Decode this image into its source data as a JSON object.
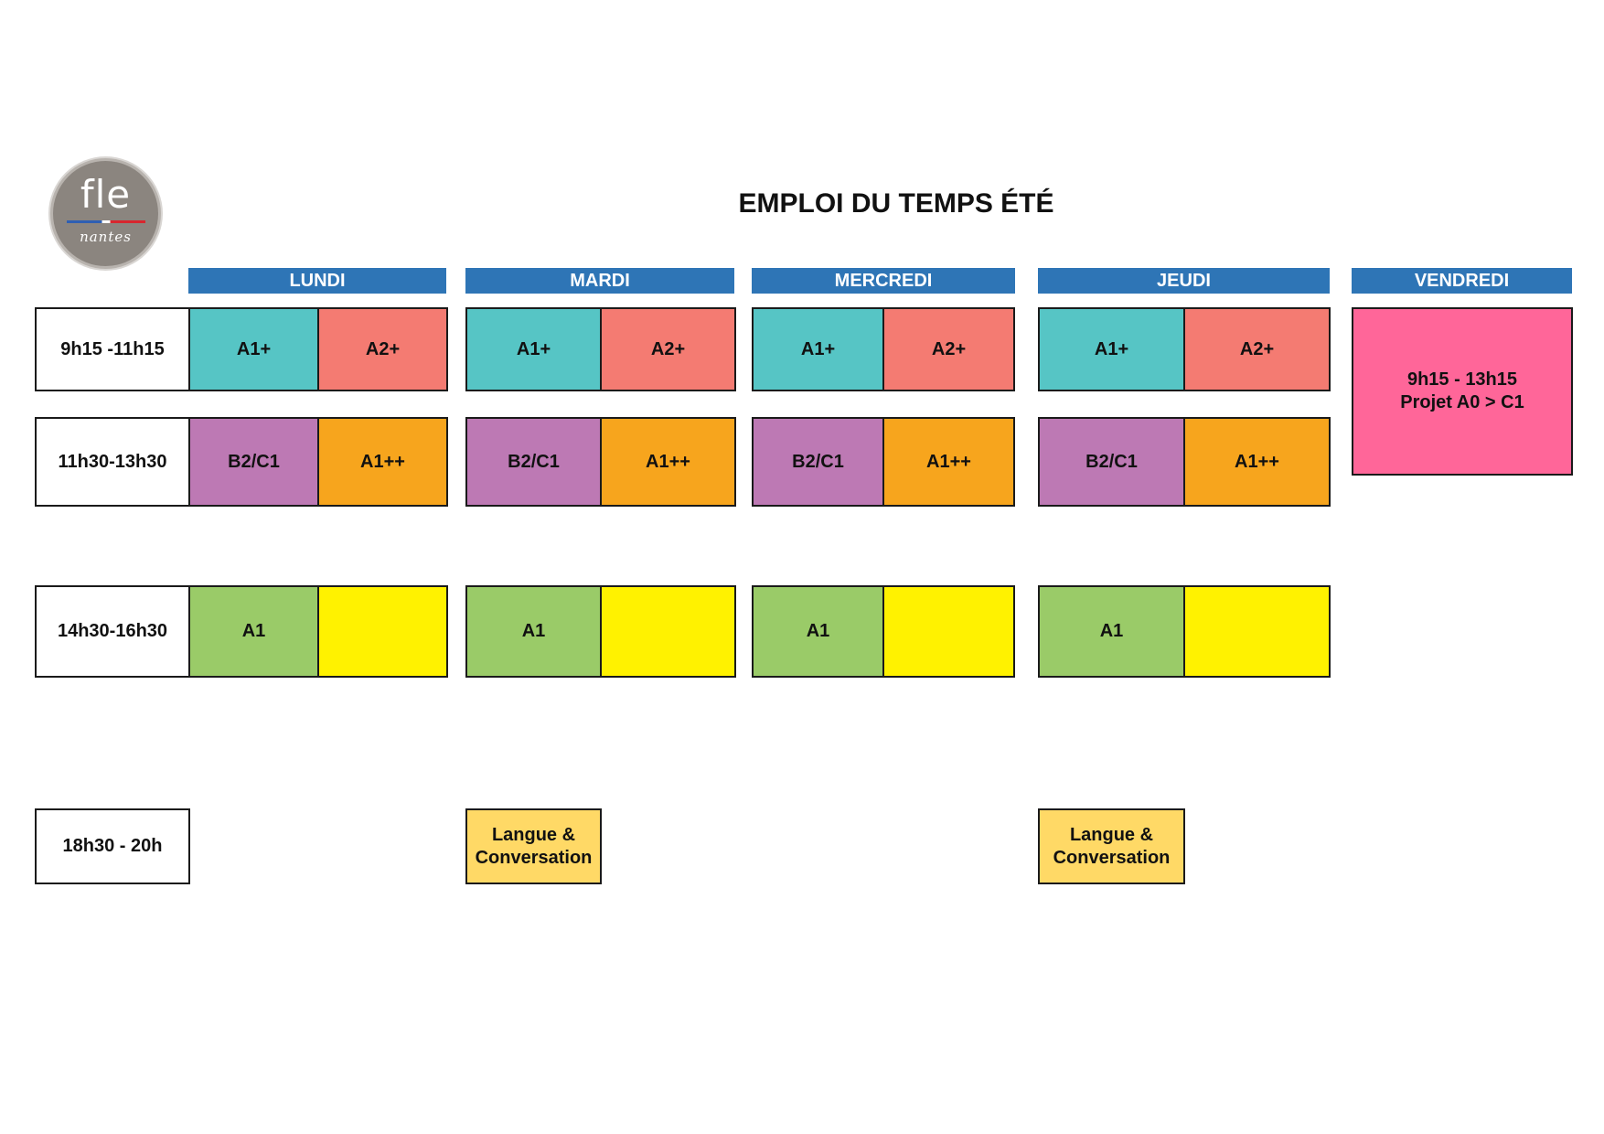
{
  "logo": {
    "text": "fle",
    "subtext": "nantes"
  },
  "title": "EMPLOI DU TEMPS ÉTÉ",
  "days": [
    "LUNDI",
    "MARDI",
    "MERCREDI",
    "JEUDI",
    "VENDREDI"
  ],
  "times": [
    "9h15 -11h15",
    "11h30-13h30",
    "14h30-16h30",
    "18h30 - 20h"
  ],
  "slots": {
    "morning1": {
      "left": "A1+",
      "right": "A2+"
    },
    "morning2": {
      "left": "B2/C1",
      "right": "A1++"
    },
    "afternoon": {
      "left": "A1",
      "right": ""
    },
    "evening": "Langue & Conversation"
  },
  "friday": {
    "time": "9h15 - 13h15",
    "label": "Projet A0 > C1"
  },
  "colors": {
    "header": "#2e75b6",
    "a1plus": "#56c5c5",
    "a2plus": "#f47b72",
    "b2c1": "#bd79b4",
    "a1plusplus": "#f7a51d",
    "a1": "#9acb68",
    "yellow": "#fff200",
    "evening": "#ffd966",
    "friday": "#ff6699"
  }
}
